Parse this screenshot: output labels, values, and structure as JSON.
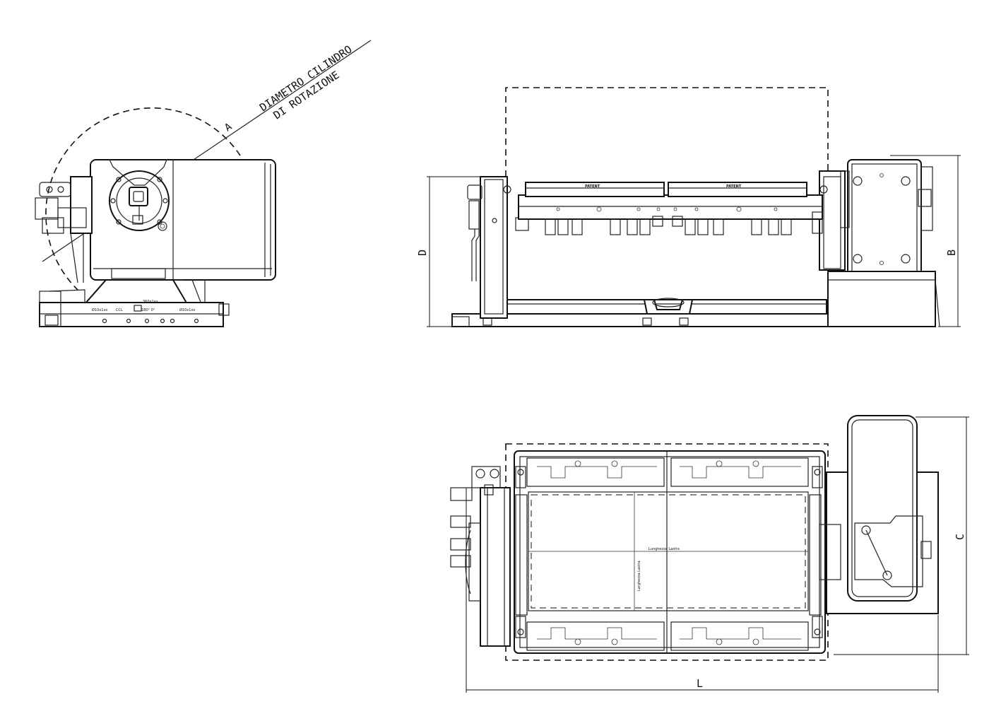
{
  "annotations": {
    "rotation_label_line1": "DIAMETRO CILINDRO",
    "rotation_label_line2": "DI ROTAZIONE",
    "dim_a": "A",
    "dim_b": "B",
    "dim_c": "C",
    "dim_d": "D",
    "dim_l": "L"
  },
  "side_view_labels": {
    "plate_left": "Ø10x1xx",
    "plate_mid": "CCL",
    "plate_right": "Ø10x1xx",
    "plate_angle": "180°  0°",
    "plate_top": "360x1xx"
  },
  "front_view_labels": {
    "fixture_left": "PATENT",
    "fixture_right": "PATENT"
  },
  "top_view_labels": {
    "length_label": "Lunghezza Lastra",
    "width_label": "Larghezza Lastra"
  }
}
